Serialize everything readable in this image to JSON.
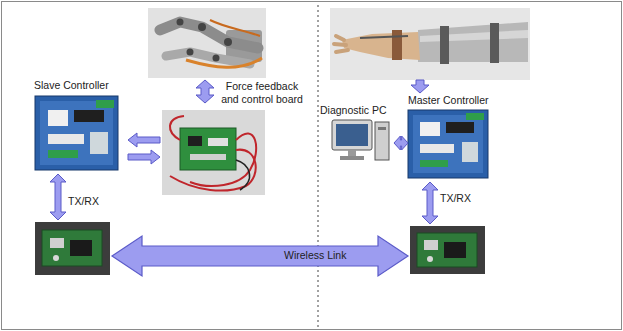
{
  "diagram": {
    "nodes": [
      {
        "text": [
          "Slave Controller"
        ]
      },
      {
        "text": [
          "Force feedback and control board"
        ]
      },
      {
        "text": [
          "Diagnostic PC"
        ]
      },
      {
        "text": [
          "Master Controller"
        ]
      }
    ],
    "edges": [
      {
        "from": 1,
        "to": 0,
        "arrow": "to"
      },
      {
        "from": 0,
        "to": 1,
        "arrow": "to"
      },
      {
        "from": 2,
        "to": 3,
        "arrow": "both"
      }
    ],
    "labels": [
      "TX/RX",
      "TX/RX",
      "Wireless Link"
    ]
  }
}
